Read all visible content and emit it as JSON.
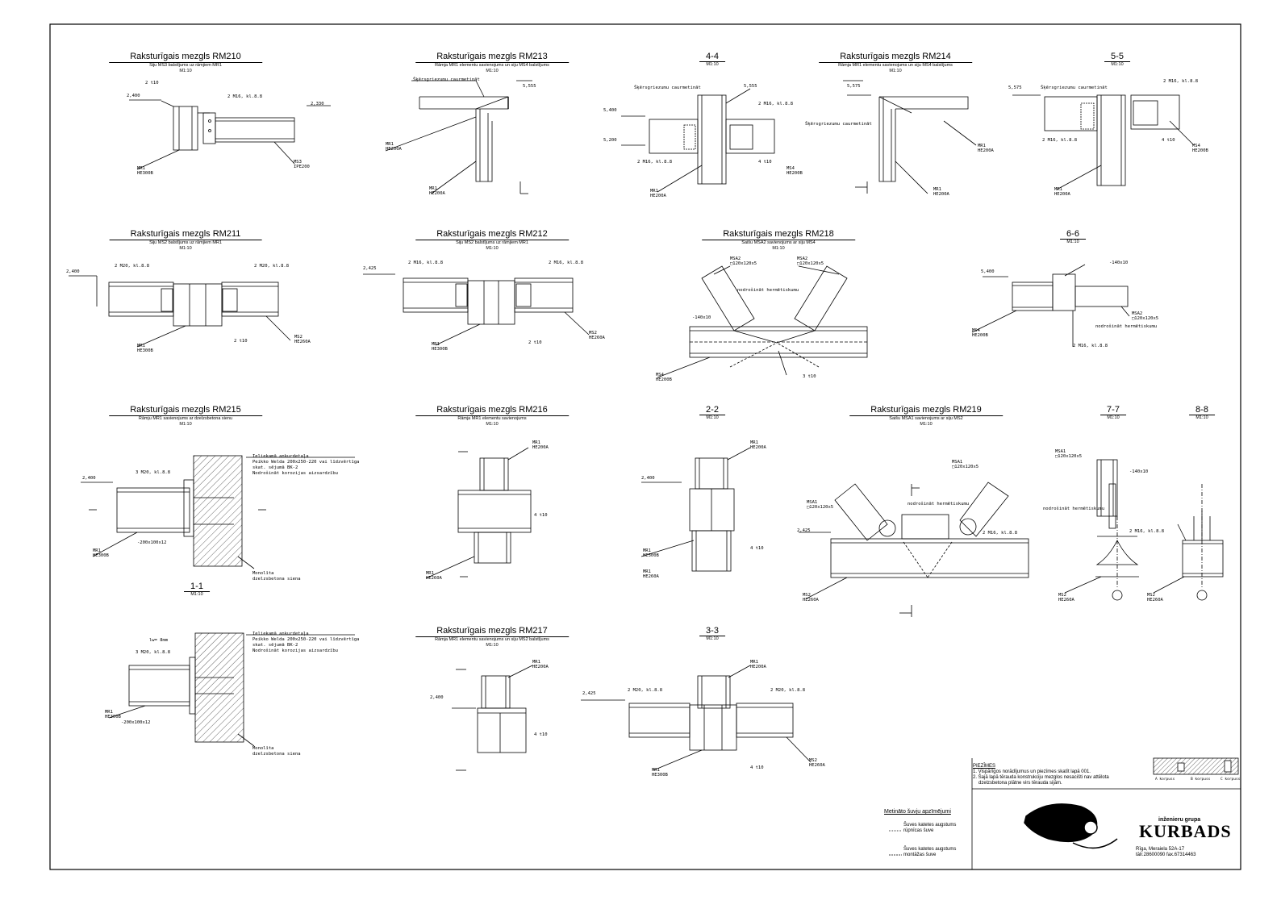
{
  "details": {
    "rm210": {
      "title": "Raksturīgais mezgls RM210",
      "sub": "Siju MS3 balstījums uz rāmjiem MR1",
      "scale": "M1:10"
    },
    "rm213": {
      "title": "Raksturīgais mezgls RM213",
      "sub": "Rāmja MR1 elementu savienojums un siju MS4 balstījums",
      "scale": "M1:10"
    },
    "s44": {
      "title": "4-4",
      "scale": "M1:10"
    },
    "rm214": {
      "title": "Raksturīgais mezgls RM214",
      "sub": "Rāmja MR1 elementu savienojums un siju MS4 balstījums",
      "scale": "M1:10"
    },
    "s55": {
      "title": "5-5",
      "scale": "M1:10"
    },
    "rm211": {
      "title": "Raksturīgais mezgls RM211",
      "sub": "Siju MS2 balstījums uz rāmjiem MR1",
      "scale": "M1:10"
    },
    "rm212": {
      "title": "Raksturīgais mezgls RM212",
      "sub": "Siju MS2 balstījums uz rāmjiem MR1",
      "scale": "M1:10"
    },
    "rm218": {
      "title": "Raksturīgais mezgls RM218",
      "sub": "Saišu MSA2 savienojums ar siju MS4",
      "scale": "M1:10"
    },
    "s66": {
      "title": "6-6",
      "scale": "M1:10"
    },
    "rm215": {
      "title": "Raksturīgais mezgls RM215",
      "sub": "Rāmju MR1 savienojums ar dzelzsbetona sienu",
      "scale": "M1:10"
    },
    "rm216": {
      "title": "Raksturīgais mezgls RM216",
      "sub": "Rāmja MR1 elementu savienojums",
      "scale": "M1:10"
    },
    "s22": {
      "title": "2-2",
      "scale": "M1:10"
    },
    "rm219": {
      "title": "Raksturīgais mezgls RM219",
      "sub": "Saišu MSA1 savienojums ar siju MS2",
      "scale": "M1:10"
    },
    "s77": {
      "title": "7-7",
      "scale": "M1:10"
    },
    "s88": {
      "title": "8-8",
      "scale": "M1:10"
    },
    "s11": {
      "title": "1-1",
      "scale": "M1:10"
    },
    "rm217": {
      "title": "Raksturīgais mezgls RM217",
      "sub": "Rāmja MR1 elementu savienojums un siju MS2 balstījums",
      "scale": "M1:10"
    },
    "s33": {
      "title": "3-3",
      "scale": "M1:10"
    }
  },
  "labels": {
    "mr1_he300b": "MR1\nHE300B",
    "mr1_he200a": "MR1\nHE200A",
    "mr1_he260a": "MR1\nHE260A",
    "ms2_he260a": "MS2\nHE260A",
    "ms3_ipe200": "MS3\nIPE200",
    "ms4_he200b": "MS4\nHE200B",
    "bolt_m16": "2 M16, kl.8.8",
    "bolt_m20": "2 M20, kl.8.8",
    "bolt_3m20": "3 M20, kl.8.8",
    "weld_t10": "2 t10",
    "weld_4t10": "4 t10",
    "weld_3t10": "3 t10",
    "cut_weld": "Šķērsgriezumu caurmetināt",
    "seal_weld": "nodrošināt hermētiskumu",
    "plate_140": "-140x10",
    "plate_200": "-200x100x12",
    "msa2": "MSA2\n□120x120x5",
    "msa1": "MSA1\n□120x120x5",
    "anchor_1": "Ieliekamā ankurdetaļa",
    "anchor_2": "Peikko Welda 200x250-220 vai līdzvērtīga",
    "anchor_3": "skat. sējumā BK-2",
    "anchor_4": "Nodrošināt korozijas aizsardzību",
    "wall_1": "Monolīta",
    "wall_2": "dzelzsbetona siena",
    "lw": "lw= 8mm",
    "e2400": "2,400",
    "e2330": "2,330",
    "e2425": "2,425",
    "e5555": "5,555",
    "e5575": "5,575",
    "e5400": "5,400",
    "e5200": "5,200"
  },
  "notes": {
    "heading": "PIEZĪMES",
    "n1": "1. Vispārīgos norādījumus un piezīmes skatīt lapā 001.",
    "n2": "2. Šajā lapā tērauda konstrukciju mezglos nesacišti nav attēlota",
    "n3": "dzelzsbetona plātne virs tērauda sijām."
  },
  "keyplan": {
    "a": "A korpuss",
    "b": "B korpuss",
    "c": "C korpuss"
  },
  "legend": {
    "title": "Metināto šuvju apzīmējumi",
    "l1a": "Šuves katetes augstums",
    "l1b": "rūpnīcas šuve",
    "l2a": "Šuves katetes augstums",
    "l2b": "montāžas šuve"
  },
  "company": {
    "line1": "inženieru grupa",
    "name": "KURBADS",
    "addr": "Rīga, Meraiela 52A-17",
    "tel": "tālr.28600090 fax.67314463"
  }
}
